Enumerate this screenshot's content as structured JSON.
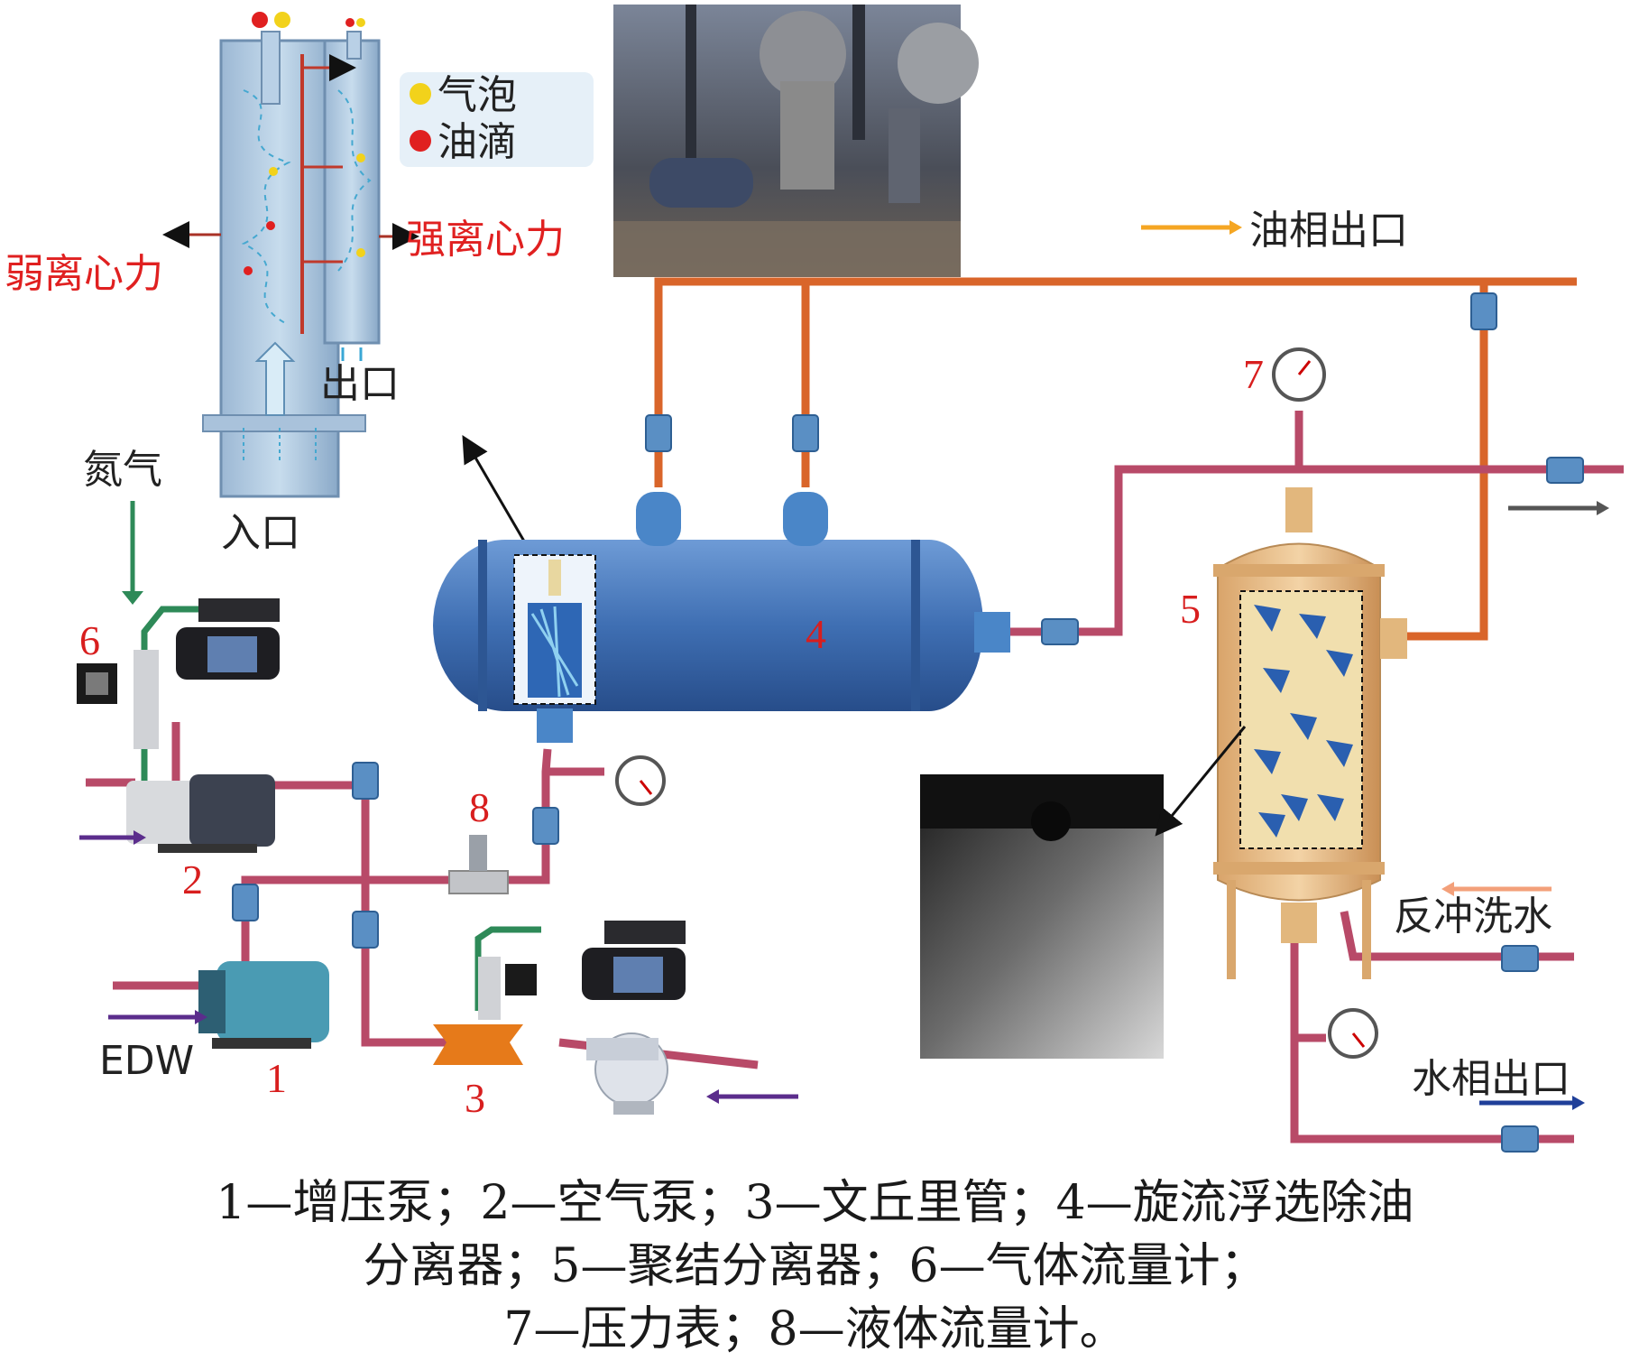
{
  "labels": {
    "bubble": "气泡",
    "droplet": "油滴",
    "weak_force": "弱离心力",
    "strong_force": "强离心力",
    "outlet_small": "出口",
    "inlet": "入口",
    "nitrogen": "氮气",
    "edw": "EDW",
    "oil_outlet": "油相出口",
    "backwash": "反冲洗水",
    "water_outlet": "水相出口"
  },
  "numbers": {
    "n1": "1",
    "n2": "2",
    "n3": "3",
    "n4": "4",
    "n5": "5",
    "n6": "6",
    "n7": "7",
    "n8": "8"
  },
  "caption": {
    "line1": "1—增压泵；2—空气泵；3—文丘里管；4—旋流浮选除油",
    "line2": "分离器；5—聚结分离器；6—气体流量计；",
    "line3": "7—压力表；8—液体流量计。"
  },
  "colors": {
    "oil_pipe": "#d9652a",
    "water_pipe": "#b84a68",
    "gas_pipe": "#2e8a58",
    "vessel_blue": "#3f6fb3",
    "coalescer": "#e8c08a",
    "oil_arrow": "#f5a623",
    "water_arrow": "#1f3f99",
    "inlet_arrow": "#5b2d8c"
  }
}
